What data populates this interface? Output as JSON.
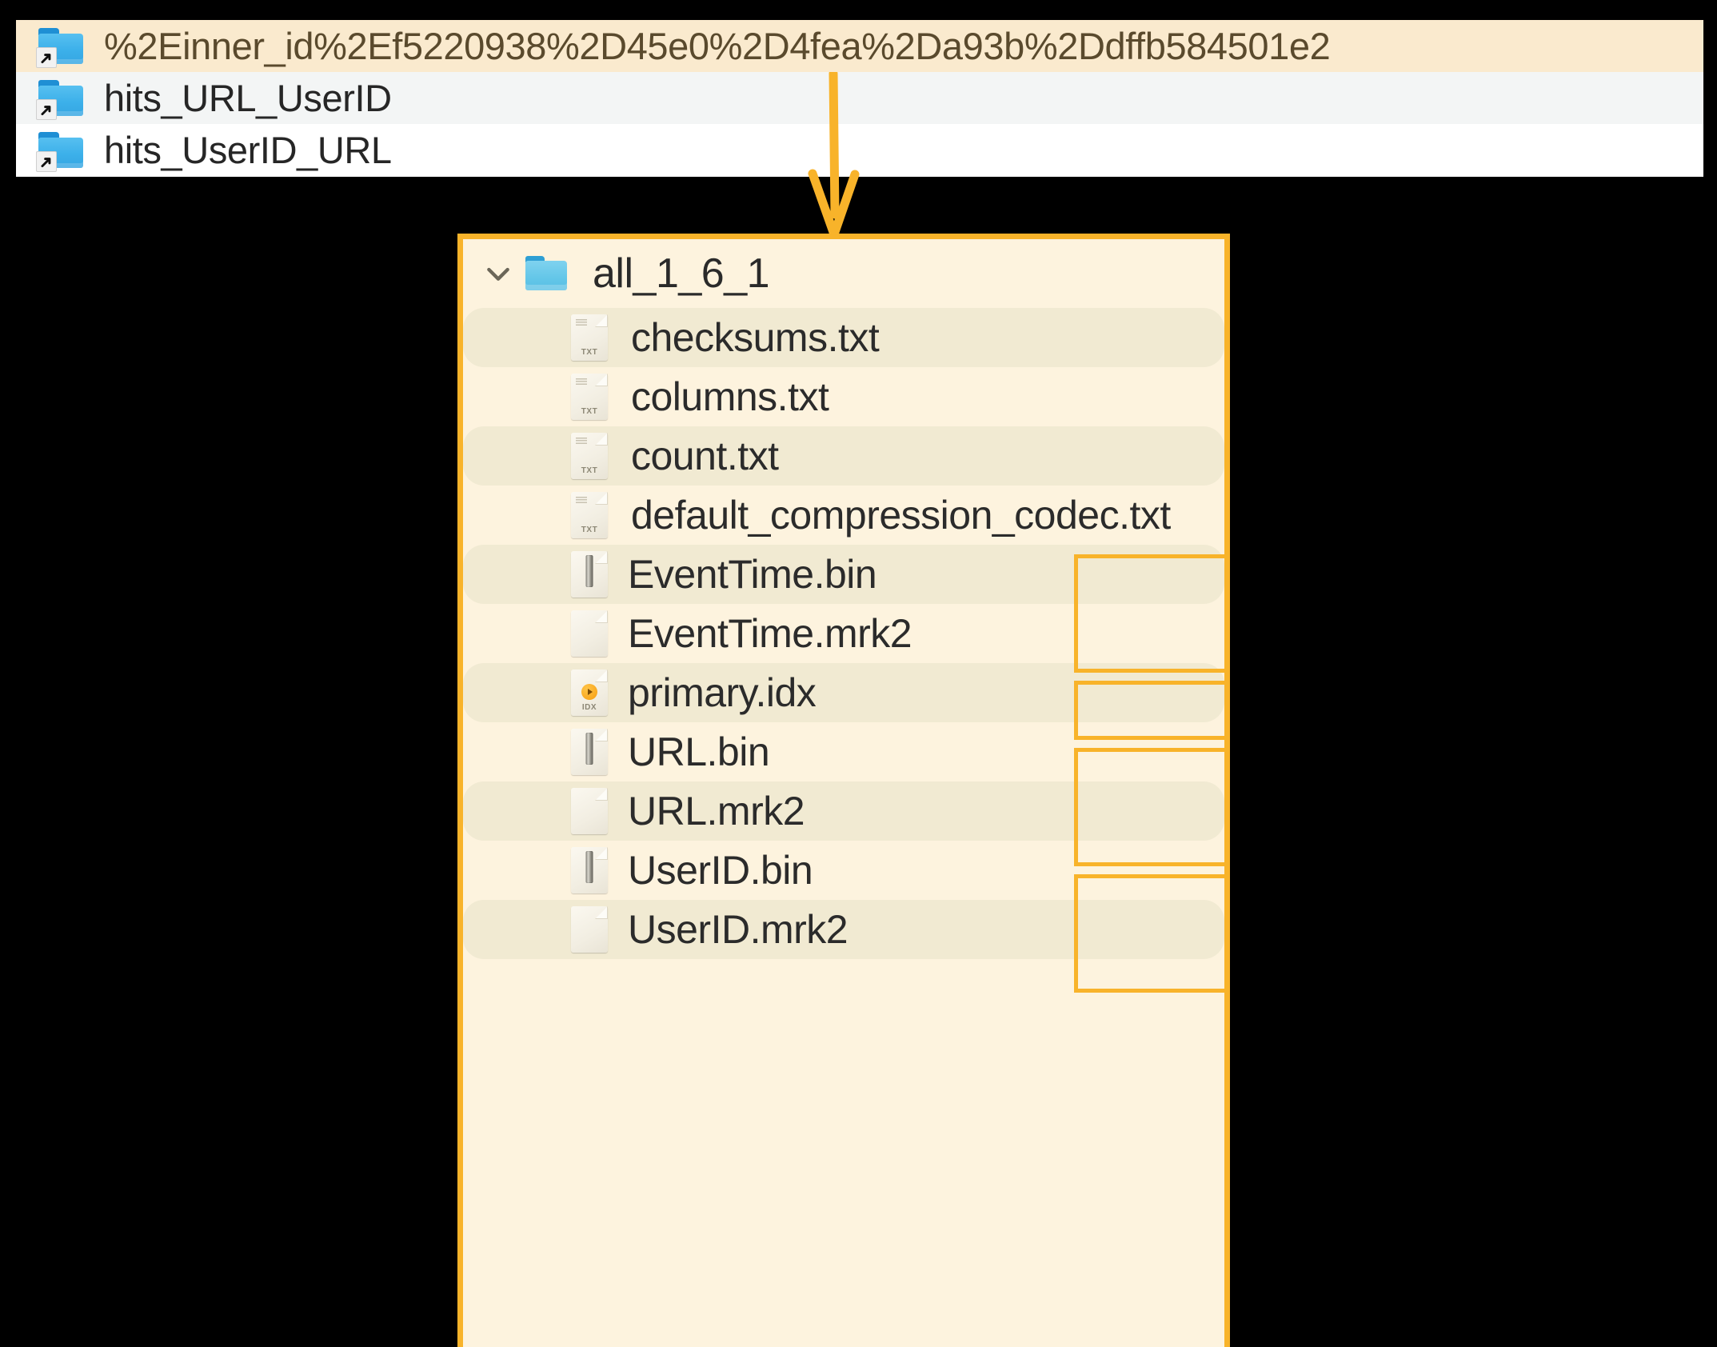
{
  "colors": {
    "accent": "#f8b32a",
    "panel_bg": "#fdf3de",
    "stripe": "#f1ead2",
    "selected_row": "#faeace",
    "alt_row": "#f3f5f5",
    "folder_blue": "#3cb0ea"
  },
  "top_panel": {
    "rows": [
      {
        "label": "%2Einner_id%2Ef5220938%2D45e0%2D4fea%2Da93b%2Ddffb584501e2",
        "icon": "folder-symlink-icon",
        "state": "selected"
      },
      {
        "label": "hits_URL_UserID",
        "icon": "folder-symlink-icon",
        "state": "alt"
      },
      {
        "label": "hits_UserID_URL",
        "icon": "folder-symlink-icon",
        "state": "plain"
      }
    ]
  },
  "connector": {
    "icon": "down-arrow-icon",
    "color": "#f8b32a"
  },
  "main_panel": {
    "header": {
      "label": "all_1_6_1",
      "expand_icon": "chevron-down-icon",
      "folder_icon": "folder-icon",
      "expanded": true
    },
    "files": [
      {
        "label": "checksums.txt",
        "icon": "txt-file-icon",
        "stripe": true,
        "boxed": false
      },
      {
        "label": "columns.txt",
        "icon": "txt-file-icon",
        "stripe": false,
        "boxed": false
      },
      {
        "label": "count.txt",
        "icon": "txt-file-icon",
        "stripe": true,
        "boxed": false
      },
      {
        "label": "default_compression_codec.txt",
        "icon": "txt-file-icon",
        "stripe": false,
        "boxed": false
      },
      {
        "label": "EventTime.bin",
        "icon": "bin-file-icon",
        "stripe": true,
        "boxed": true
      },
      {
        "label": "EventTime.mrk2",
        "icon": "blank-file-icon",
        "stripe": false,
        "boxed": true
      },
      {
        "label": "primary.idx",
        "icon": "idx-file-icon",
        "stripe": true,
        "boxed": true
      },
      {
        "label": "URL.bin",
        "icon": "bin-file-icon",
        "stripe": false,
        "boxed": true
      },
      {
        "label": "URL.mrk2",
        "icon": "blank-file-icon",
        "stripe": true,
        "boxed": true
      },
      {
        "label": "UserID.bin",
        "icon": "bin-file-icon",
        "stripe": false,
        "boxed": true
      },
      {
        "label": "UserID.mrk2",
        "icon": "blank-file-icon",
        "stripe": true,
        "boxed": true
      }
    ],
    "highlight_groups": [
      {
        "name": "eventtime-group",
        "members": [
          "EventTime.bin",
          "EventTime.mrk2"
        ]
      },
      {
        "name": "primary-idx-group",
        "members": [
          "primary.idx"
        ]
      },
      {
        "name": "url-group",
        "members": [
          "URL.bin",
          "URL.mrk2"
        ]
      },
      {
        "name": "userid-group",
        "members": [
          "UserID.bin",
          "UserID.mrk2"
        ]
      }
    ]
  }
}
